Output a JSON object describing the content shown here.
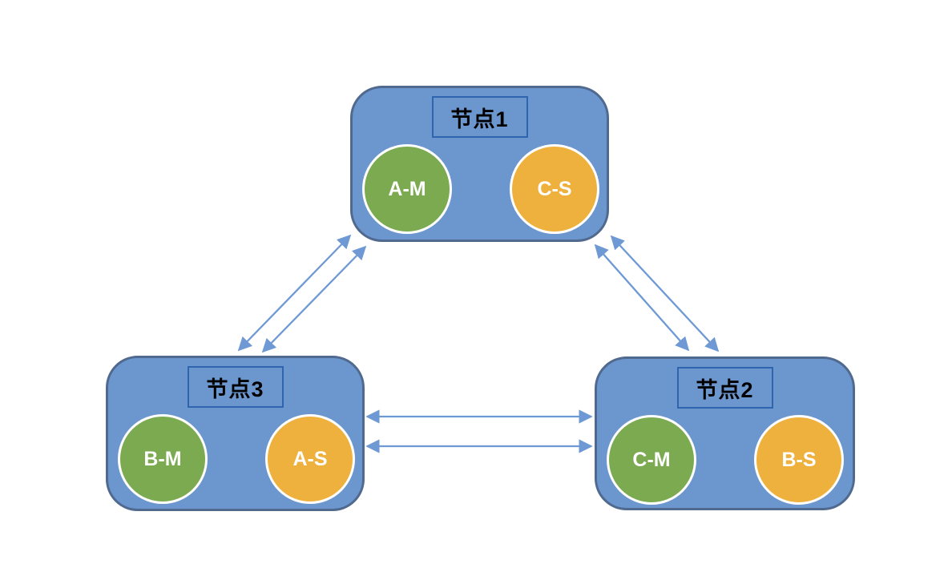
{
  "diagram": {
    "kind": "cluster-topology-diagram",
    "background": "#ffffff"
  },
  "colors": {
    "node_fill": "#6C96CE",
    "node_border": "#50698E",
    "title_box_border": "#2E65AE",
    "title_text": "#000000",
    "master_circle_fill": "#7BAA50",
    "slave_circle_fill": "#EFB13E",
    "circle_ring": "#FFFFFF",
    "circle_text": "#FFFFFF",
    "arrow": "#6E99D4"
  },
  "nodes": [
    {
      "title": "节点1",
      "circles": [
        {
          "label": "A-M"
        },
        {
          "label": "C-S"
        }
      ]
    },
    {
      "title": "节点3",
      "circles": [
        {
          "label": "B-M"
        },
        {
          "label": "A-S"
        }
      ]
    },
    {
      "title": "节点2",
      "circles": [
        {
          "label": "C-M"
        },
        {
          "label": "B-S"
        }
      ]
    }
  ],
  "edges": [
    {
      "from": "节点1",
      "to": "节点3",
      "style": "double-headed",
      "parallel_lines": 2
    },
    {
      "from": "节点1",
      "to": "节点2",
      "style": "double-headed",
      "parallel_lines": 2
    },
    {
      "from": "节点3",
      "to": "节点2",
      "style": "double-headed",
      "parallel_lines": 2
    }
  ]
}
